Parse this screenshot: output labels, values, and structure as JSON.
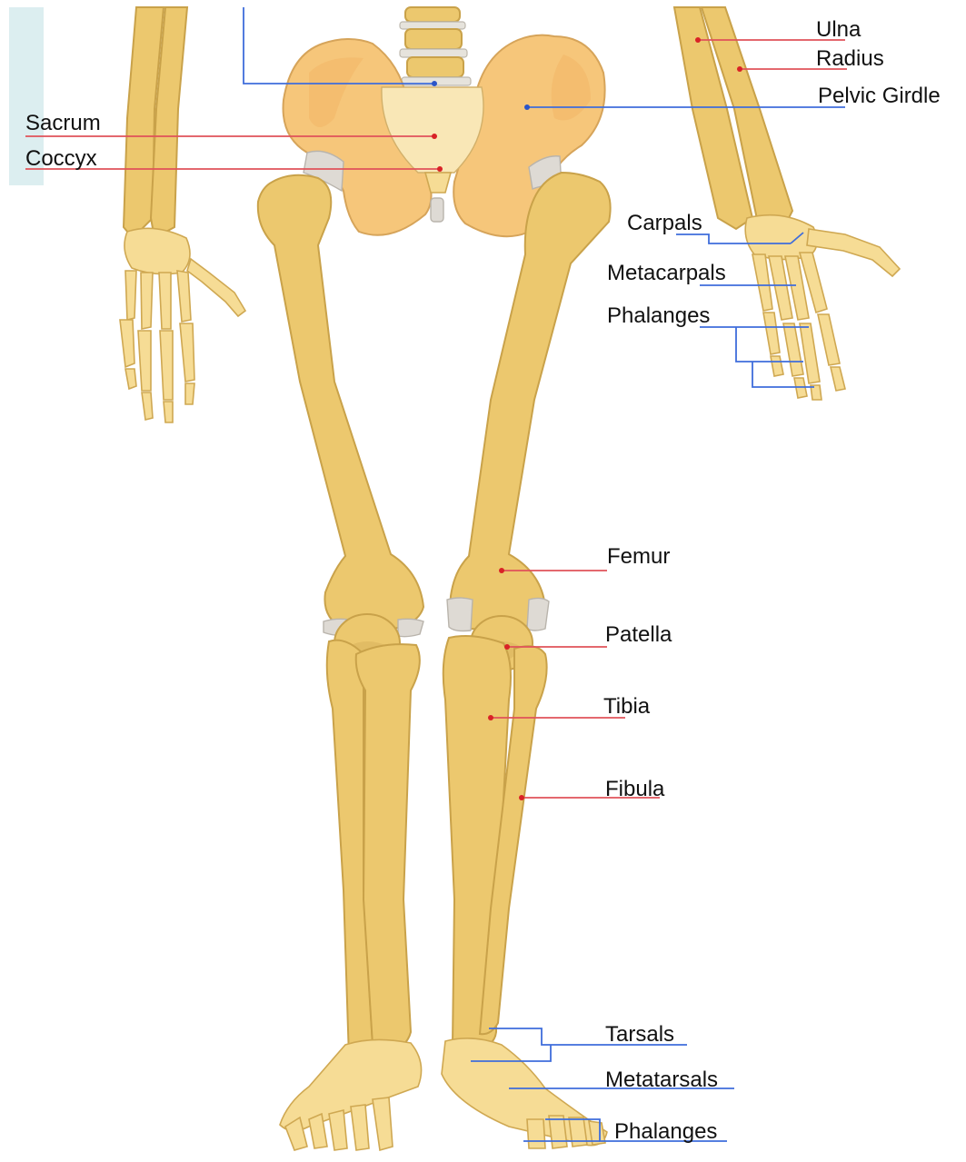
{
  "labels": {
    "ulna": "Ulna",
    "radius": "Radius",
    "pelvic_girdle": "Pelvic Girdle",
    "sacrum": "Sacrum",
    "coccyx": "Coccyx",
    "carpals": "Carpals",
    "metacarpals": "Metacarpals",
    "hand_phalanges": "Phalanges",
    "femur": "Femur",
    "patella": "Patella",
    "tibia": "Tibia",
    "fibula": "Fibula",
    "tarsals": "Tarsals",
    "metatarsals": "Metatarsals",
    "foot_phalanges": "Phalanges"
  },
  "colors": {
    "bone": "#ecc86e",
    "pelvis": "#f6c67a",
    "cartilage": "#dedad4",
    "leader_red": "#e0525a",
    "leader_blue": "#3f6ddb",
    "panel": "#dceef0"
  }
}
